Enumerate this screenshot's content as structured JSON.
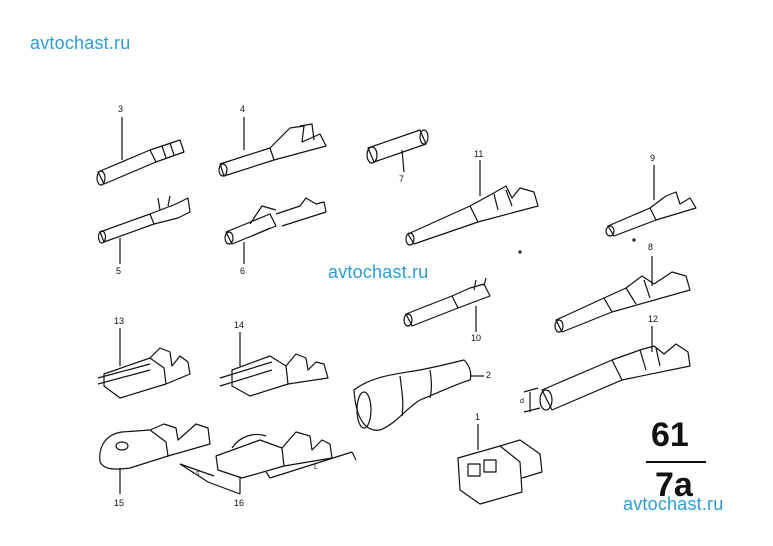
{
  "watermarks": [
    "avtochast.ru",
    "avtochast.ru",
    "avtochast.ru"
  ],
  "part_numbers": [
    "1",
    "2",
    "3",
    "4",
    "5",
    "6",
    "7",
    "8",
    "9",
    "10",
    "11",
    "12",
    "13",
    "14",
    "15",
    "16"
  ],
  "group": {
    "main": "61",
    "sub": "7a"
  },
  "dimension_labels": {
    "s": "s",
    "l": "L",
    "d": "d"
  },
  "colors": {
    "ink": "#111111",
    "watermark": "#2f9bd6"
  }
}
